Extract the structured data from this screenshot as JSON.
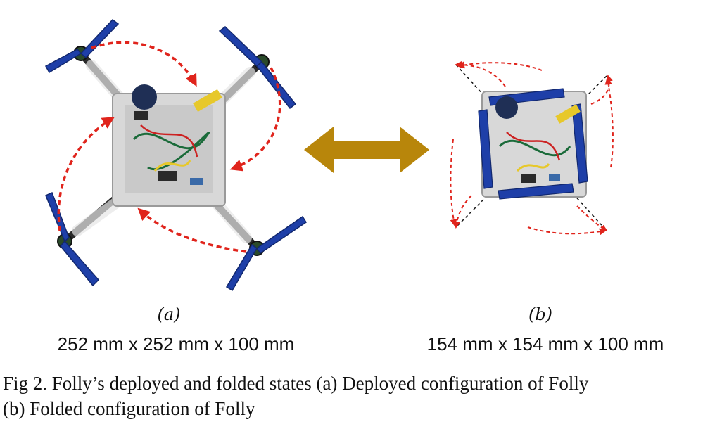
{
  "figure": {
    "label_a": "(a)",
    "label_b": "(b)",
    "dims_a": "252 mm x 252 mm x 100 mm",
    "dims_b": "154 mm x 154 mm x 100 mm",
    "caption_line1": "Fig 2. Folly’s deployed and folded states (a) Deployed configuration of Folly",
    "caption_line2": "(b) Folded configuration of Folly"
  },
  "colors": {
    "propeller": "#1e3fa8",
    "fold_arrow": "#e0241c",
    "swap_arrow": "#b8860b",
    "frame": "#d8d8d8",
    "arm": "#2a2a2a"
  }
}
